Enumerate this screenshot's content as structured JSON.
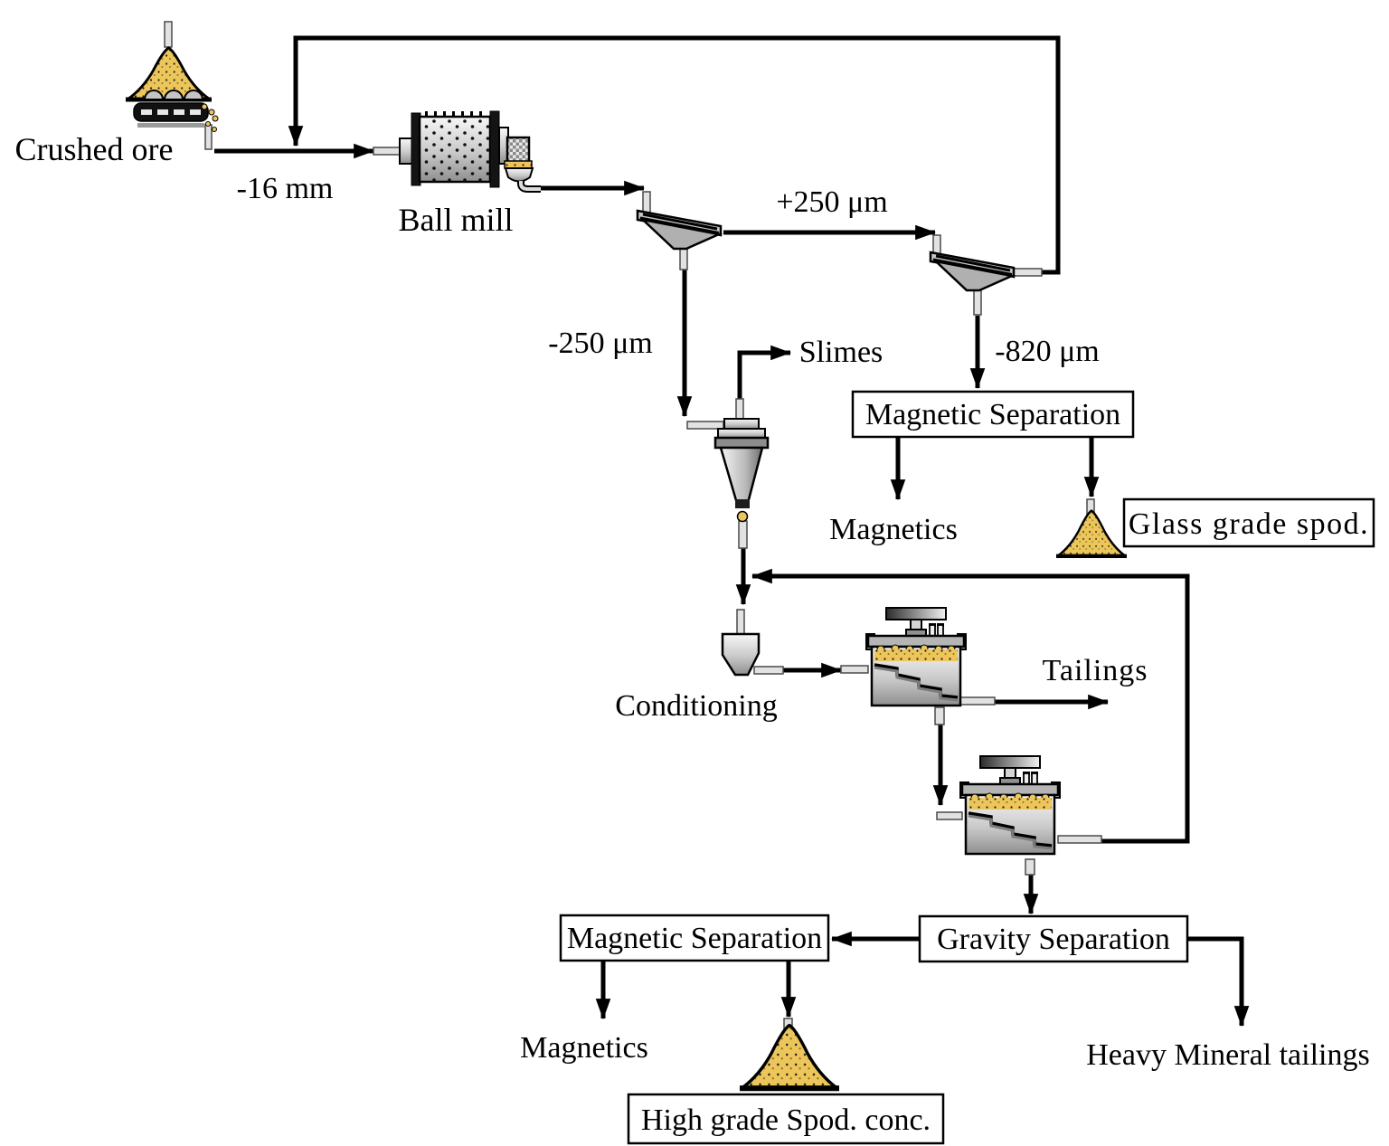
{
  "diagram": {
    "background_color": "#ffffff",
    "line_color": "#000000",
    "ore_color": "#ecc65a",
    "machine_color": "#b9b9b9",
    "equipment": {
      "crushed_ore": "Crushed ore",
      "ball_mill": "Ball mill",
      "conditioning": "Conditioning"
    },
    "streams": {
      "minus_16_mm": "-16 mm",
      "plus_250_um": "+250 μm",
      "minus_250_um": "-250 μm",
      "minus_820_um": "-820 μm",
      "slimes": "Slimes",
      "tailings": "Tailings",
      "magnetics_top": "Magnetics",
      "magnetics_bottom": "Magnetics",
      "heavy_mineral_tailings": "Heavy Mineral tailings"
    },
    "boxes": {
      "magnetic_separation_top": "Magnetic Separation",
      "glass_grade_spod": "Glass grade spod.",
      "gravity_separation": "Gravity Separation",
      "magnetic_separation_bottom": "Magnetic Separation",
      "high_grade_spod_conc": "High grade Spod. conc."
    }
  }
}
